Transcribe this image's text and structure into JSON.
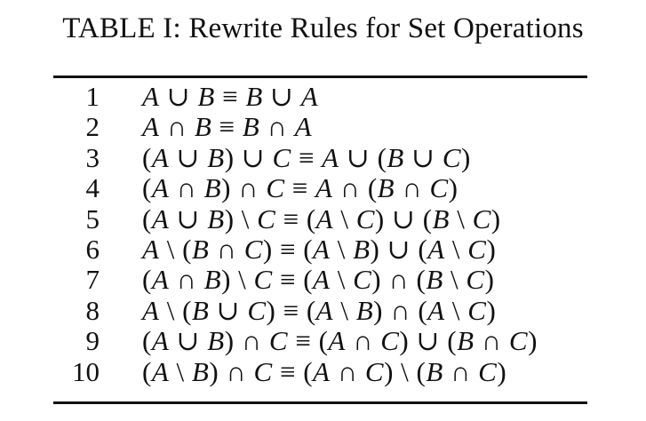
{
  "caption": "TABLE I: Rewrite Rules for Set Operations",
  "rows": [
    {
      "num": "1",
      "rule": "A ∪ B ≡ B ∪ A"
    },
    {
      "num": "2",
      "rule": "A ∩ B ≡ B ∩ A"
    },
    {
      "num": "3",
      "rule": "(A ∪ B) ∪ C ≡ A ∪ (B ∪ C)"
    },
    {
      "num": "4",
      "rule": "(A ∩ B) ∩ C ≡ A ∩ (B ∩ C)"
    },
    {
      "num": "5",
      "rule": "(A ∪ B) \\ C ≡ (A \\ C) ∪ (B \\ C)"
    },
    {
      "num": "6",
      "rule": "A \\ (B ∩ C) ≡ (A \\ B) ∪ (A \\ C)"
    },
    {
      "num": "7",
      "rule": "(A ∩ B) \\ C ≡ (A \\ C) ∩ (B \\ C)"
    },
    {
      "num": "8",
      "rule": "A \\ (B ∪ C) ≡ (A \\ B) ∩ (A \\ C)"
    },
    {
      "num": "9",
      "rule": "(A ∪ B) ∩ C ≡ (A ∩ C) ∪ (B ∩ C)"
    },
    {
      "num": "10",
      "rule": "(A \\ B) ∩ C ≡ (A ∩ C) \\ (B ∩ C)"
    }
  ]
}
